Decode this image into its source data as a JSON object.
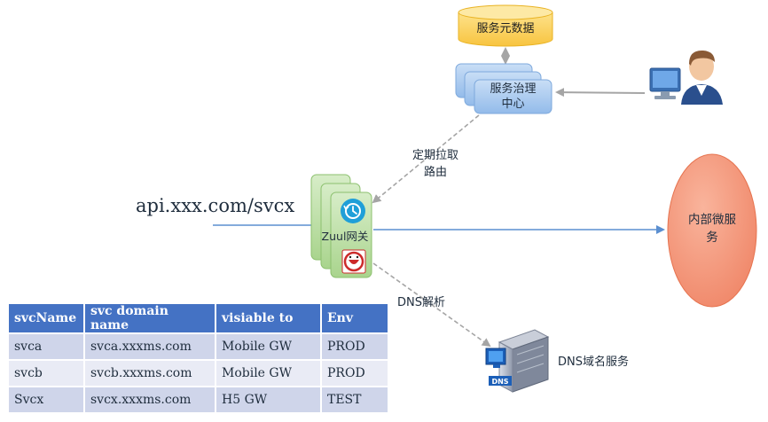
{
  "metadata_db": {
    "label": "服务元数据"
  },
  "governance_center": {
    "label_line1": "服务治理",
    "label_line2": "中心"
  },
  "pull_routes_edge": {
    "line1": "定期拉取",
    "line2": "路由"
  },
  "api_endpoint": {
    "label": "api.xxx.com/svcx"
  },
  "zuul_gateway": {
    "label": "Zuul网关"
  },
  "internal_services": {
    "line1": "内部微服",
    "line2": "务"
  },
  "dns_edge": {
    "label": "DNS解析"
  },
  "dns_service": {
    "label": "DNS域名服务",
    "server_badge": "DNS"
  },
  "colors": {
    "db": "#fdd363",
    "governance": "#a6c8ef",
    "gateway": "#bfe0a8",
    "internal_services": "#f4977c",
    "arrow": "#5b8fd0",
    "dashed": "#a5a5a5",
    "table_header": "#4472c4"
  },
  "service_table": {
    "headers": [
      "svcName",
      "svc domain name",
      "visiable to",
      "Env"
    ],
    "rows": [
      [
        "svca",
        "svca.xxxms.com",
        "Mobile GW",
        "PROD"
      ],
      [
        "svcb",
        "svcb.xxxms.com",
        "Mobile GW",
        "PROD"
      ],
      [
        "Svcx",
        "svcx.xxxms.com",
        "H5 GW",
        "TEST"
      ]
    ]
  }
}
